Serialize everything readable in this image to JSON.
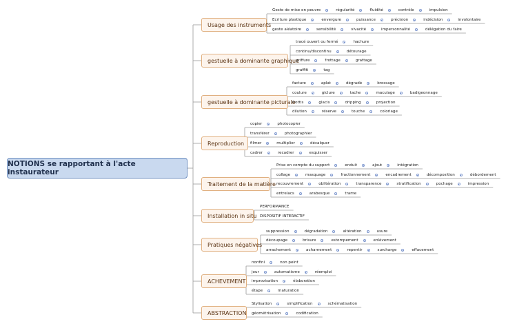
{
  "root": {
    "label": "NOTIONS se rapportant à l'acte instaurateur"
  },
  "branches": [
    {
      "label": "Usage des instruments",
      "rows": [
        [
          "Geste de mise en peuvre",
          "régularité",
          "fluidité",
          "contrôle",
          "impulsion"
        ],
        [
          "Ecriture plastique",
          "envergure",
          "puissance",
          "précision",
          "indécision",
          "involontaire"
        ],
        [
          "geste aléatoire",
          "sensibilité",
          "vivacité",
          "impersonnalité",
          "délégation du faire"
        ]
      ]
    },
    {
      "label": "gestuelle à dominante graphique",
      "rows": [
        [
          "tracé ouvert ou fermé",
          "hachure"
        ],
        [
          "continu/discontinu",
          "détourage"
        ],
        [
          "griffure",
          "frottage",
          "grattage"
        ],
        [
          "graffiti",
          "tag"
        ]
      ]
    },
    {
      "label": "gestuelle à dominante picturale",
      "rows": [
        [
          "facture",
          "aplat",
          "dégradé",
          "brossage"
        ],
        [
          "coulure",
          "giclure",
          "tache",
          "maculage",
          "badigeonnage"
        ],
        [
          "frottis",
          "glacis",
          "dripping",
          "projection"
        ],
        [
          "dilution",
          "réserve",
          "touche",
          "coloriage"
        ]
      ]
    },
    {
      "label": "Reproduction",
      "rows": [
        [
          "copier",
          "photocopier"
        ],
        [
          "transférer",
          "photographier"
        ],
        [
          "filmer",
          "multiplier",
          "décalquer"
        ],
        [
          "cadrer",
          "recadrer",
          "esquisser"
        ]
      ]
    },
    {
      "label": "Traitement de la matière",
      "rows": [
        [
          "Prise en compte du support",
          "enduit",
          "ajout",
          "intégration"
        ],
        [
          "collage",
          "masquage",
          "fractionnement",
          "encadrement",
          "décomposition",
          "débordement"
        ],
        [
          "recouvrement",
          "oblitération",
          "transparence",
          "stratification",
          "pochage",
          "impression"
        ],
        [
          "entrelacs",
          "arabesque",
          "trame"
        ]
      ]
    },
    {
      "label": "Installation in situ",
      "rows": [
        [
          "PERFORMANCE"
        ],
        [
          "DISPOSITIF INTERACTIF"
        ]
      ]
    },
    {
      "label": "Pratiques négatives",
      "rows": [
        [
          "suppression",
          "dégradation",
          "altération",
          "usure"
        ],
        [
          "découpage",
          "brisure",
          "estompement",
          "enlèvement"
        ],
        [
          "arrachement",
          "acharnement",
          "repentir",
          "surcharge",
          "effacement"
        ]
      ]
    },
    {
      "label": "ACHEVEMENT",
      "rows": [
        [
          "nonfini",
          "non peint"
        ],
        [
          "jour",
          "automatisme",
          "réemploi"
        ],
        [
          "improvisation",
          "élaboration"
        ],
        [
          "étape",
          "maturation"
        ]
      ]
    },
    {
      "label": "ABSTRACTION",
      "rows": [
        [
          "Stylisation",
          "simplification",
          "schématisation"
        ],
        [
          "géométrisation",
          "codification"
        ]
      ]
    }
  ]
}
